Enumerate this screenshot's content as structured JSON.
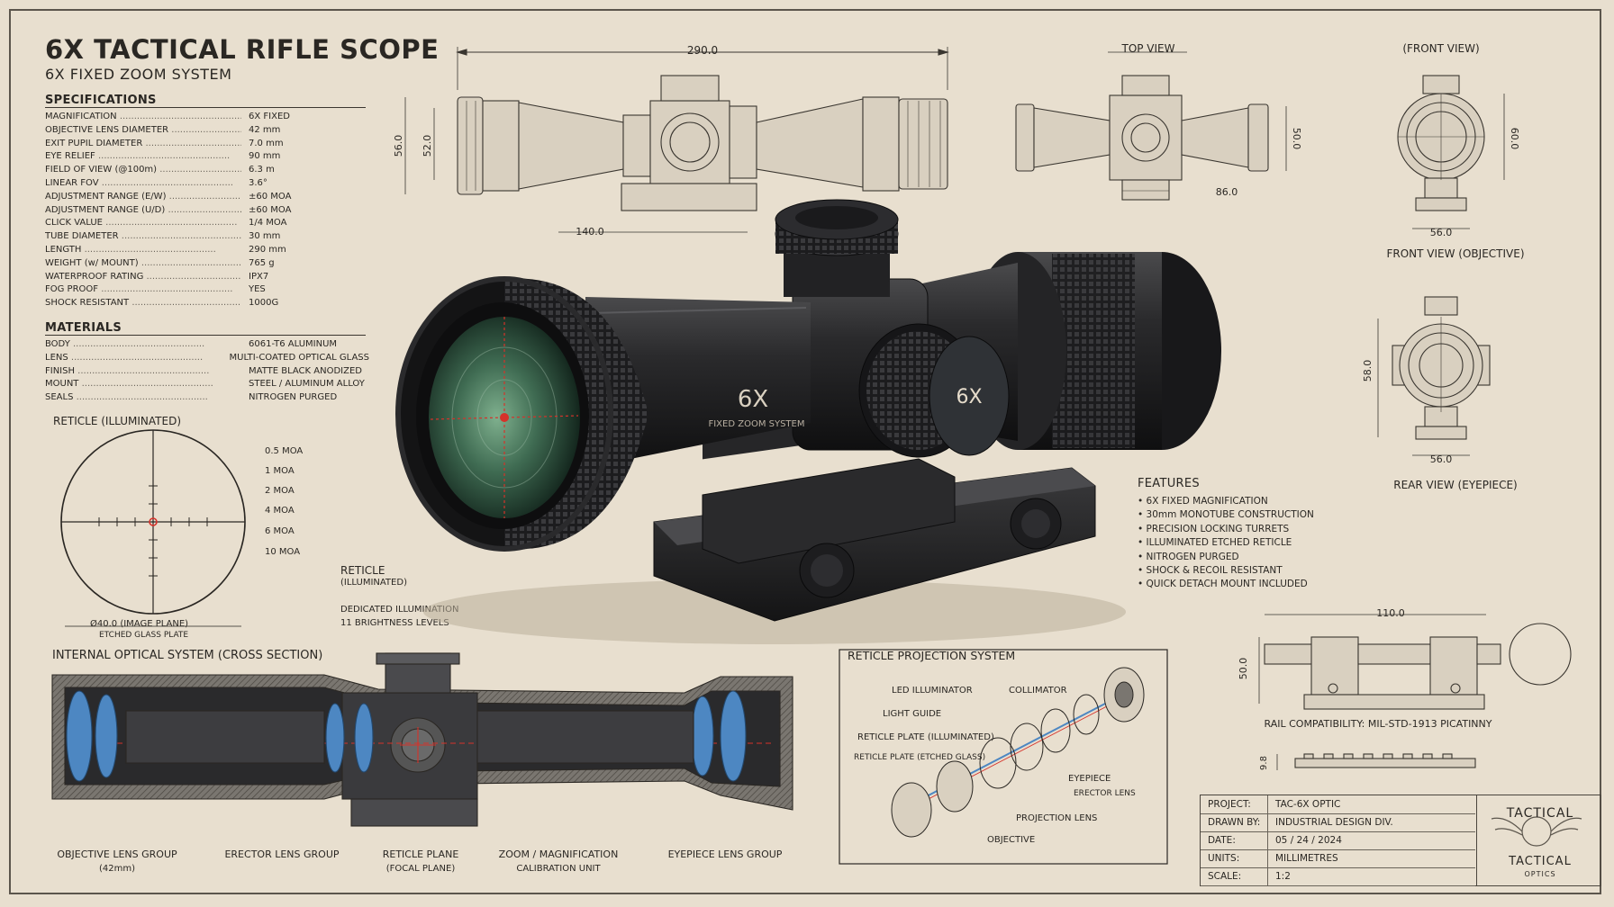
{
  "header": {
    "title": "6X TACTICAL RIFLE SCOPE",
    "subtitle": "6X FIXED ZOOM SYSTEM"
  },
  "specifications": {
    "heading": "SPECIFICATIONS",
    "rows": [
      {
        "label": "MAGNIFICATION",
        "value": "6X FIXED"
      },
      {
        "label": "OBJECTIVE LENS DIAMETER",
        "value": "42 mm"
      },
      {
        "label": "EXIT PUPIL DIAMETER",
        "value": "7.0 mm"
      },
      {
        "label": "EYE RELIEF",
        "value": "90 mm"
      },
      {
        "label": "FIELD OF VIEW (@100m)",
        "value": "6.3 m"
      },
      {
        "label": "LINEAR FOV",
        "value": "3.6°"
      },
      {
        "label": "ADJUSTMENT RANGE (E/W)",
        "value": "±60 MOA"
      },
      {
        "label": "ADJUSTMENT RANGE (U/D)",
        "value": "±60 MOA"
      },
      {
        "label": "CLICK VALUE",
        "value": "1/4 MOA"
      },
      {
        "label": "TUBE DIAMETER",
        "value": "30 mm"
      },
      {
        "label": "LENGTH",
        "value": "290 mm"
      },
      {
        "label": "WEIGHT (w/ MOUNT)",
        "value": "765 g"
      },
      {
        "label": "WATERPROOF RATING",
        "value": "IPX7"
      },
      {
        "label": "FOG PROOF",
        "value": "YES"
      },
      {
        "label": "SHOCK RESISTANT",
        "value": "1000G"
      }
    ]
  },
  "materials": {
    "heading": "MATERIALS",
    "rows": [
      {
        "label": "BODY",
        "value": "6061-T6 ALUMINUM"
      },
      {
        "label": "LENS",
        "value": "MULTI-COATED OPTICAL GLASS"
      },
      {
        "label": "FINISH",
        "value": "MATTE BLACK ANODIZED"
      },
      {
        "label": "MOUNT",
        "value": "STEEL / ALUMINUM ALLOY"
      },
      {
        "label": "SEALS",
        "value": "NITROGEN PURGED"
      }
    ]
  },
  "reticle": {
    "heading": "RETICLE (ILLUMINATED)",
    "marks": [
      "0.5 MOA",
      "1 MOA",
      "2 MOA",
      "4 MOA",
      "6 MOA",
      "10 MOA"
    ],
    "caption1": "Ø40.0 (IMAGE PLANE)",
    "caption2": "ETCHED GLASS PLATE",
    "side_title": "RETICLE",
    "side_sub": "(ILLUMINATED)",
    "side_note1": "DEDICATED ILLUMINATION",
    "side_note2": "11 BRIGHTNESS LEVELS"
  },
  "dimensions": {
    "side_length": "290.0",
    "side_h1": "56.0",
    "side_h2": "52.0",
    "side_rail": "140.0",
    "top_label": "TOP VIEW",
    "top_h": "50.0",
    "top_w": "86.0",
    "front_label": "(FRONT VIEW)",
    "front_caption": "FRONT VIEW (OBJECTIVE)",
    "front_h": "60.0",
    "front_w": "56.0",
    "rear_caption": "REAR VIEW (EYEPIECE)",
    "rear_h": "58.0",
    "rear_w": "56.0",
    "mount_w": "110.0",
    "mount_h": "50.0",
    "rail_h": "9.8",
    "rail_caption": "RAIL COMPATIBILITY: MIL-STD-1913 PICATINNY"
  },
  "render": {
    "mag_label": "6X",
    "body_label": "FIXED ZOOM SYSTEM",
    "turret_label": "6X"
  },
  "features": {
    "heading": "FEATURES",
    "items": [
      "6X FIXED MAGNIFICATION",
      "30mm MONOTUBE CONSTRUCTION",
      "PRECISION LOCKING TURRETS",
      "ILLUMINATED ETCHED RETICLE",
      "NITROGEN PURGED",
      "SHOCK & RECOIL RESISTANT",
      "QUICK DETACH MOUNT INCLUDED"
    ]
  },
  "cross_section": {
    "heading": "INTERNAL OPTICAL SYSTEM (CROSS SECTION)",
    "labels": [
      {
        "name": "OBJECTIVE LENS GROUP",
        "sub": "(42mm)"
      },
      {
        "name": "ERECTOR LENS GROUP",
        "sub": ""
      },
      {
        "name": "RETICLE PLANE",
        "sub": "(FOCAL PLANE)"
      },
      {
        "name": "ZOOM / MAGNIFICATION",
        "sub": "CALIBRATION UNIT"
      },
      {
        "name": "EYEPIECE LENS GROUP",
        "sub": ""
      }
    ]
  },
  "projection": {
    "heading": "RETICLE PROJECTION SYSTEM",
    "labels": {
      "led": "LED ILLUMINATOR",
      "collimator": "COLLIMATOR",
      "light_guide": "LIGHT GUIDE",
      "reticle_plate": "RETICLE PLATE (ILLUMINATED)",
      "etched": "RETICLE PLATE (ETCHED GLASS)",
      "eyepiece": "EYEPIECE",
      "erector": "ERECTOR LENS",
      "projection": "PROJECTION LENS",
      "objective": "OBJECTIVE"
    }
  },
  "title_block": {
    "rows": [
      {
        "k": "PROJECT:",
        "v": "TAC-6X OPTIC"
      },
      {
        "k": "DRAWN BY:",
        "v": "INDUSTRIAL DESIGN DIV."
      },
      {
        "k": "DATE:",
        "v": "05 / 24 / 2024"
      },
      {
        "k": "UNITS:",
        "v": "MILLIMETRES"
      },
      {
        "k": "SCALE:",
        "v": "1:2"
      }
    ],
    "brand_top": "TACTICAL",
    "brand_mid": "TACTICAL",
    "brand_sub": "OPTICS"
  },
  "colors": {
    "paper": "#e8dfcf",
    "ink": "#2a2723",
    "scope_black": "#1c1c1d",
    "lens_green": "#3f6b52",
    "reticle_red": "#d6322a",
    "lens_blue": "#4d87c2"
  }
}
